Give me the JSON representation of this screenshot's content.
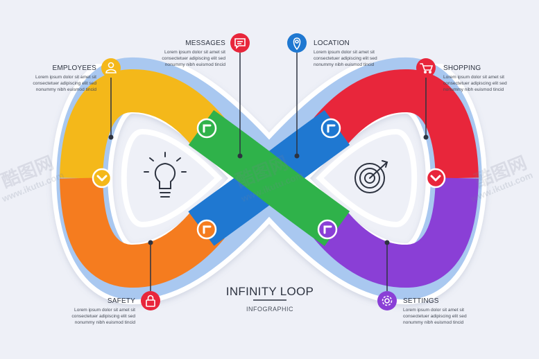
{
  "title": "INFINITY LOOP",
  "subtitle": "INFOGRAPHIC",
  "lorem": [
    "Lorem ipsum dolor sit amet sit",
    "consectetuer adipiscing elit sed",
    "nonummy nibh euismod tincid"
  ],
  "labels": {
    "employees": "EMPLOYEES",
    "messages": "MESSAGES",
    "location": "LOCATION",
    "shopping": "SHOPPING",
    "safety": "SAFETY",
    "settings": "SETTINGS"
  },
  "watermark": {
    "brand": "酷图网",
    "url": "www.ikutu.com"
  },
  "colors": {
    "yellow": "#f4b81a",
    "orange": "#f57c1f",
    "green": "#2fb24a",
    "blue": "#1f78d1",
    "red": "#e8263b",
    "purple": "#8a3fd6",
    "frame": "#a9c8f0"
  }
}
